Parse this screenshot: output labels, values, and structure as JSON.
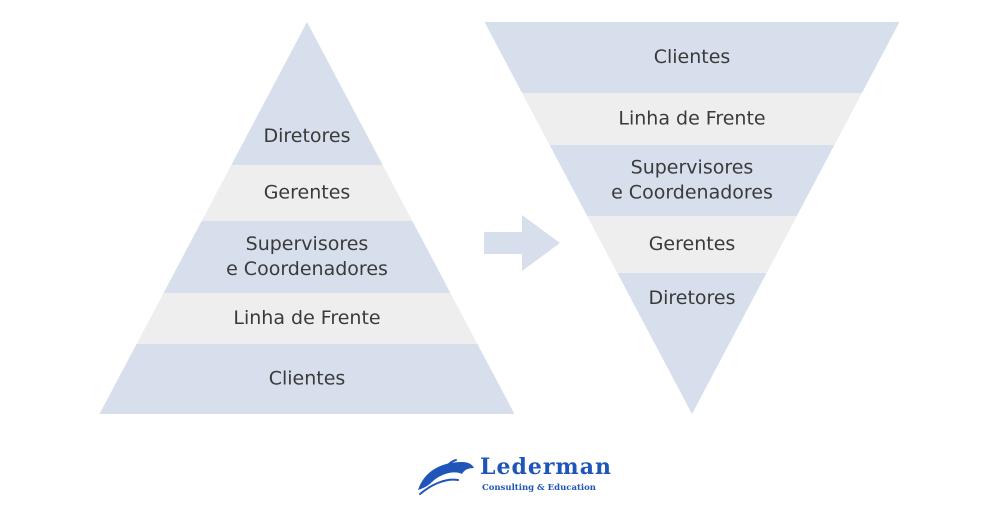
{
  "pyramid": {
    "levels": [
      {
        "lines": [
          "Diretores"
        ]
      },
      {
        "lines": [
          "Gerentes"
        ]
      },
      {
        "lines": [
          "Supervisores",
          "e Coordenadores"
        ]
      },
      {
        "lines": [
          "Linha de Frente"
        ]
      },
      {
        "lines": [
          "Clientes"
        ]
      }
    ]
  },
  "inverted_pyramid": {
    "levels": [
      {
        "lines": [
          "Clientes"
        ]
      },
      {
        "lines": [
          "Linha de Frente"
        ]
      },
      {
        "lines": [
          "Supervisores",
          "e Coordenadores"
        ]
      },
      {
        "lines": [
          "Gerentes"
        ]
      },
      {
        "lines": [
          "Diretores"
        ]
      }
    ]
  },
  "logo": {
    "name": "Lederman",
    "tagline": "Consulting & Education"
  },
  "colors": {
    "band_dark": "#d6dfeb",
    "band_light": "#eeeeee",
    "arrow": "#d6dfeb",
    "text": "#3a3a3a",
    "logo": "#1f55b8"
  }
}
